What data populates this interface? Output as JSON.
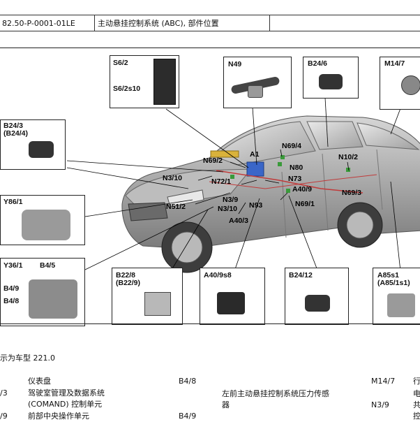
{
  "header": {
    "doc_number": "82.50-P-0001-01LE",
    "title": "主动悬挂控制系统 (ABC), 部件位置"
  },
  "callouts": {
    "s6_2": "S6/2",
    "s6_2s10": "S6/2s10",
    "n49": "N49",
    "b24_6": "B24/6",
    "m14_7": "M14/7",
    "b24_3": "B24/3",
    "b24_4": "(B24/4)",
    "y86_1": "Y86/1",
    "y36_1": "Y36/1",
    "b4_5": "B4/5",
    "b4_9": "B4/9",
    "b4_8": "B4/8",
    "b22_8": "B22/8",
    "b22_9": "(B22/9)",
    "a40_9s8": "A40/9s8",
    "b24_12": "B24/12",
    "a85s1": "A85s1",
    "a85_1s1": "(A85/1s1)",
    "a1": "A1",
    "n69_4": "N69/4",
    "n69_2": "N69/2",
    "n80": "N80",
    "n10_2": "N10/2",
    "n3_10_top": "N3/10",
    "n72_1": "N72/1",
    "n73": "N73",
    "a40_9": "A40/9",
    "n69_3": "N69/3",
    "n51_2": "N51/2",
    "n3_9": "N3/9",
    "n3_10_low": "N3/10",
    "n93": "N93",
    "n69_1": "N69/1",
    "a40_3": "A40/3"
  },
  "caption": "示为车型 221.0",
  "legend": {
    "row1": {
      "code1": "",
      "desc1": "仪表盘",
      "code2": "B4/8",
      "desc2": "",
      "code3": "M14/7",
      "desc3": "行"
    },
    "row2": {
      "code1": "/3",
      "desc1": "驾驶室管理及数据系统",
      "code2": "",
      "desc2": "左前主动悬挂控制系统压力传感",
      "code3": "",
      "desc3": "电"
    },
    "row3": {
      "code1": "",
      "desc1": "(COMAND) 控制单元",
      "code2": "",
      "desc2": "器",
      "code3": "N3/9",
      "desc3": "共"
    },
    "row4": {
      "code1": "/9",
      "desc1": "前部中央操作单元",
      "code2": "B4/9",
      "desc2": "",
      "code3": "",
      "desc3": "控"
    }
  }
}
